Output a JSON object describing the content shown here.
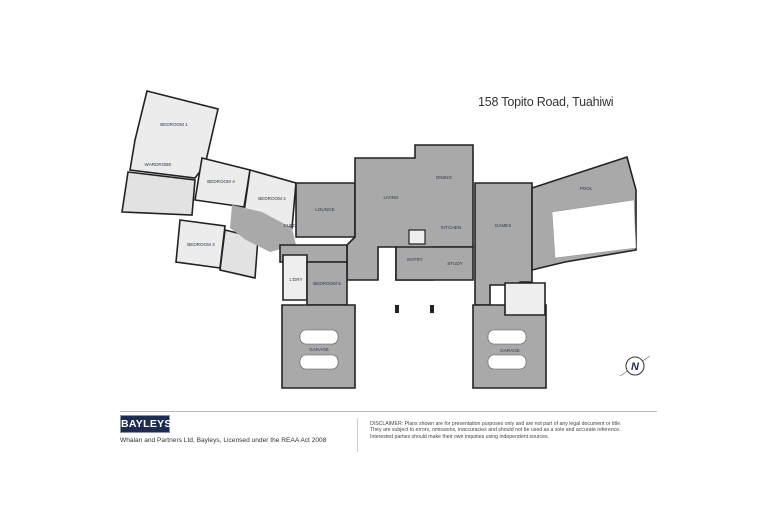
{
  "header": {
    "address": "158 Topito Road, Tuahiwi"
  },
  "rooms": {
    "bedroom1": "BEDROOM 1",
    "bedroom2": "BEDROOM 2",
    "bedroom3": "BEDROOM 3",
    "bedroom4": "BEDROOM 4",
    "bedroom5": "BEDROOM 5",
    "wardrobe": "WARDROBE",
    "cupd": "CUPD",
    "laundry": "L'DRY",
    "lounge": "LOUNGE",
    "living": "LIVING",
    "dining": "DINING",
    "kitchen": "KITCHEN",
    "entry": "ENTRY",
    "study": "STUDY",
    "games": "GAMES",
    "pool": "POOL",
    "garage": "GARAGE"
  },
  "compass": {
    "label": "N"
  },
  "colors": {
    "brand": "#1e2c50",
    "room_fill": "#a9a9a9",
    "wing_fill": "#ececec",
    "wall": "#222222"
  },
  "footer": {
    "logo": "BAYLEYS",
    "agent": "Whalan and Partners Ltd, Bayleys, Licensed under the REAA Act 2008",
    "disclaimer": [
      "DISCLAIMER: Plans shown are for presentation purposes only and are not part of any legal document or title.",
      "They are subject to errors, omissions, inaccuracies and should not be used as a sole and accurate reference.",
      "Interested parties should make their own inquiries using independent sources."
    ]
  }
}
